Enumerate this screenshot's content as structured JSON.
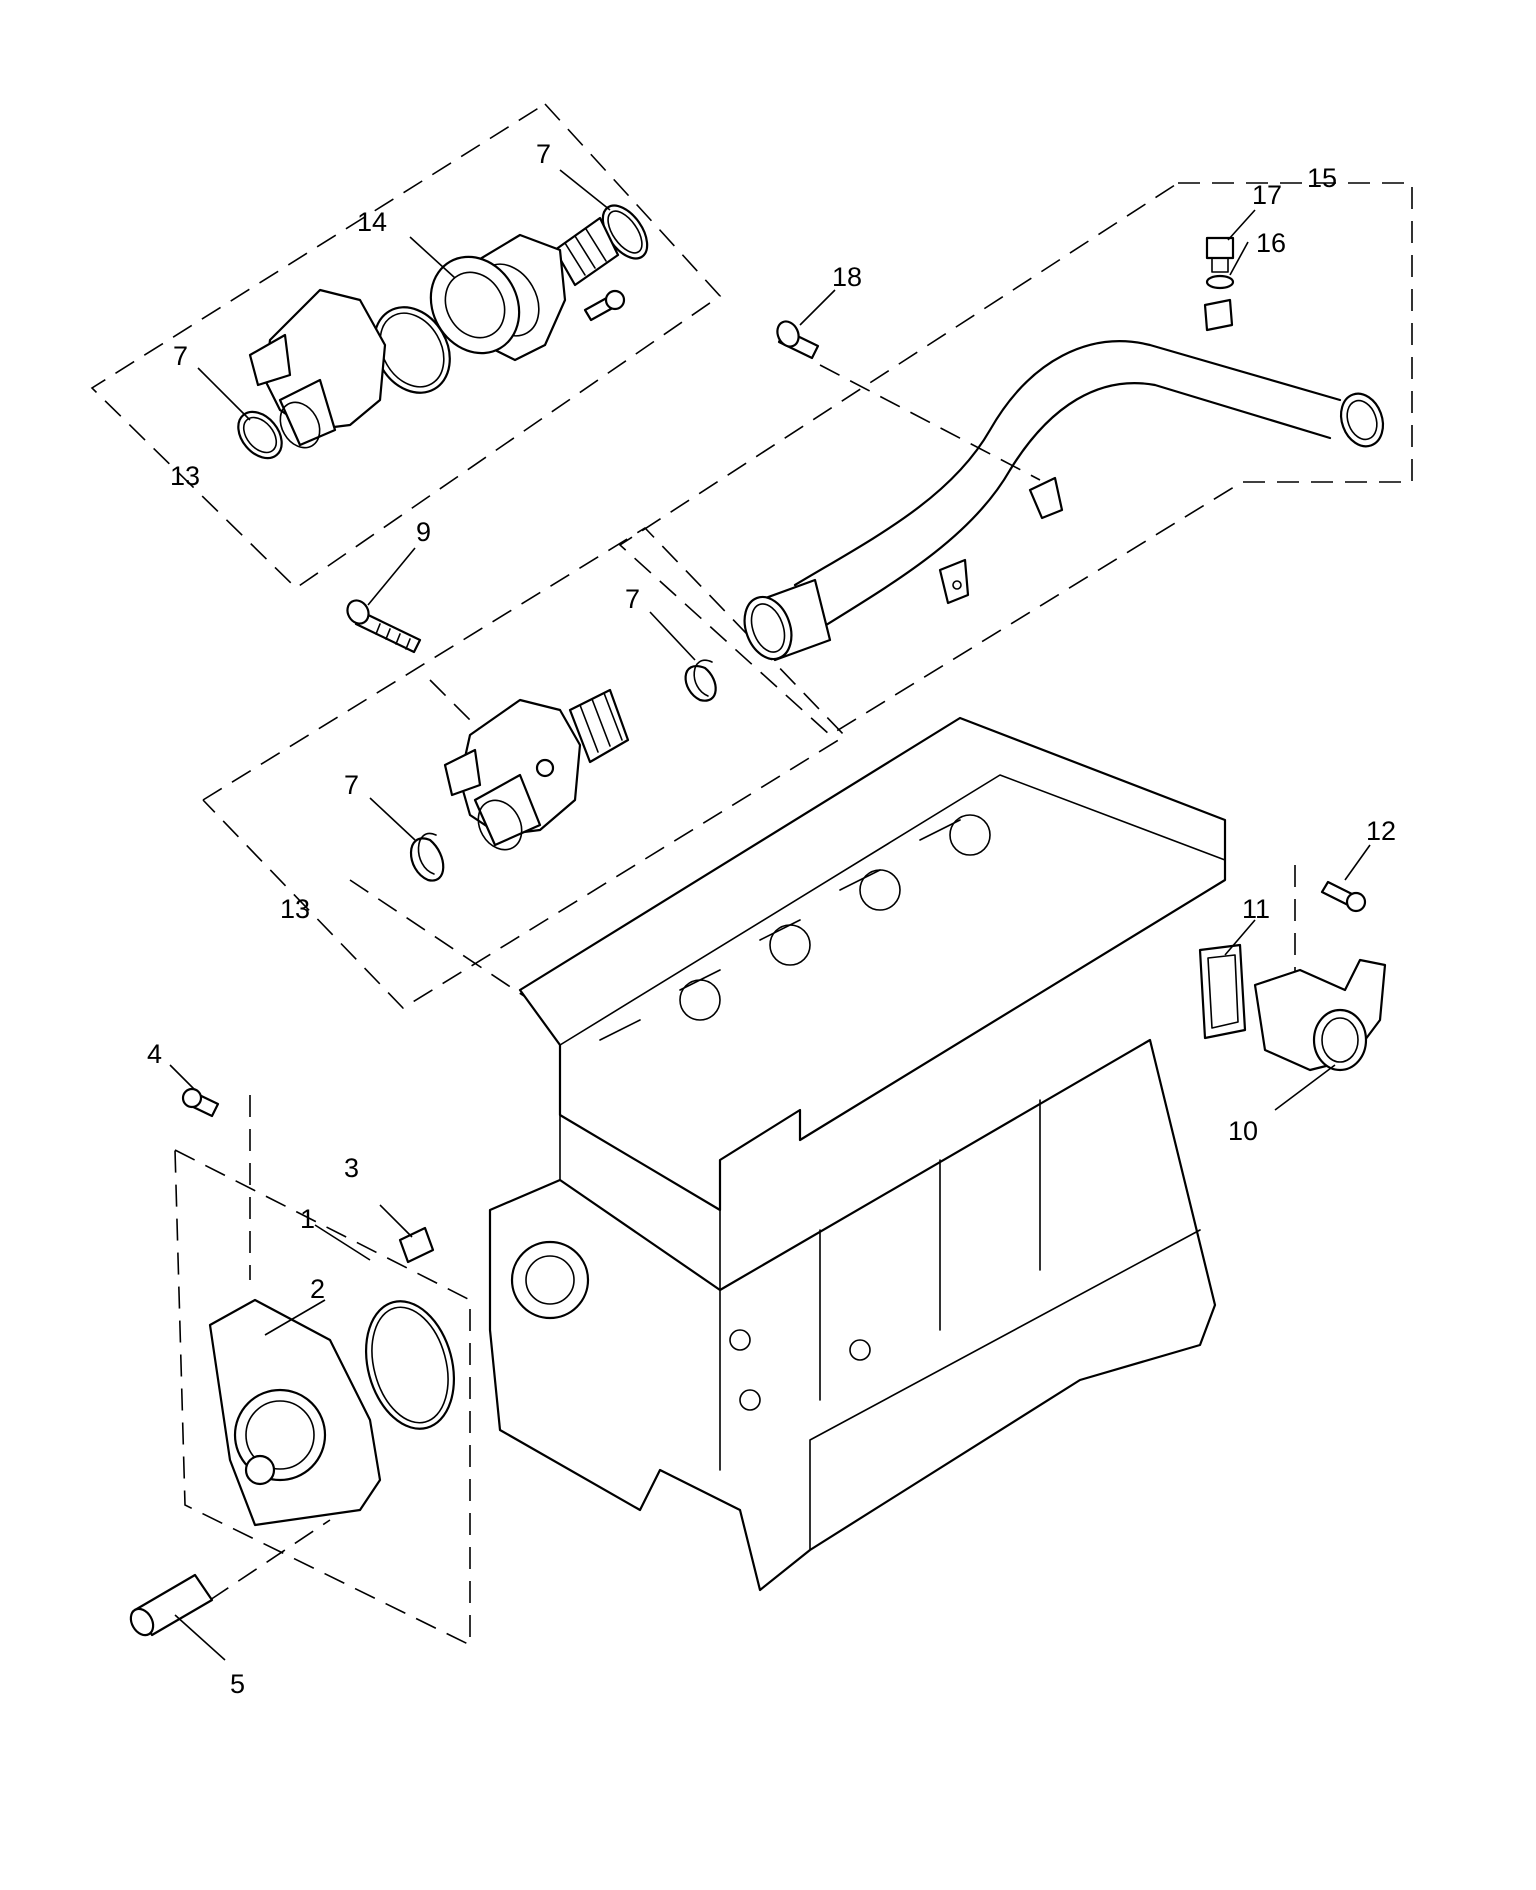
{
  "callouts": [
    {
      "id": "1",
      "label": "1"
    },
    {
      "id": "2",
      "label": "2"
    },
    {
      "id": "3",
      "label": "3"
    },
    {
      "id": "4",
      "label": "4"
    },
    {
      "id": "5",
      "label": "5"
    },
    {
      "id": "7a",
      "label": "7"
    },
    {
      "id": "7b",
      "label": "7"
    },
    {
      "id": "7c",
      "label": "7"
    },
    {
      "id": "7d",
      "label": "7"
    },
    {
      "id": "9",
      "label": "9"
    },
    {
      "id": "10",
      "label": "10"
    },
    {
      "id": "11",
      "label": "11"
    },
    {
      "id": "12",
      "label": "12"
    },
    {
      "id": "13a",
      "label": "13"
    },
    {
      "id": "13b",
      "label": "13"
    },
    {
      "id": "14",
      "label": "14"
    },
    {
      "id": "15",
      "label": "15"
    },
    {
      "id": "16",
      "label": "16"
    },
    {
      "id": "17",
      "label": "17"
    },
    {
      "id": "18",
      "label": "18"
    }
  ]
}
